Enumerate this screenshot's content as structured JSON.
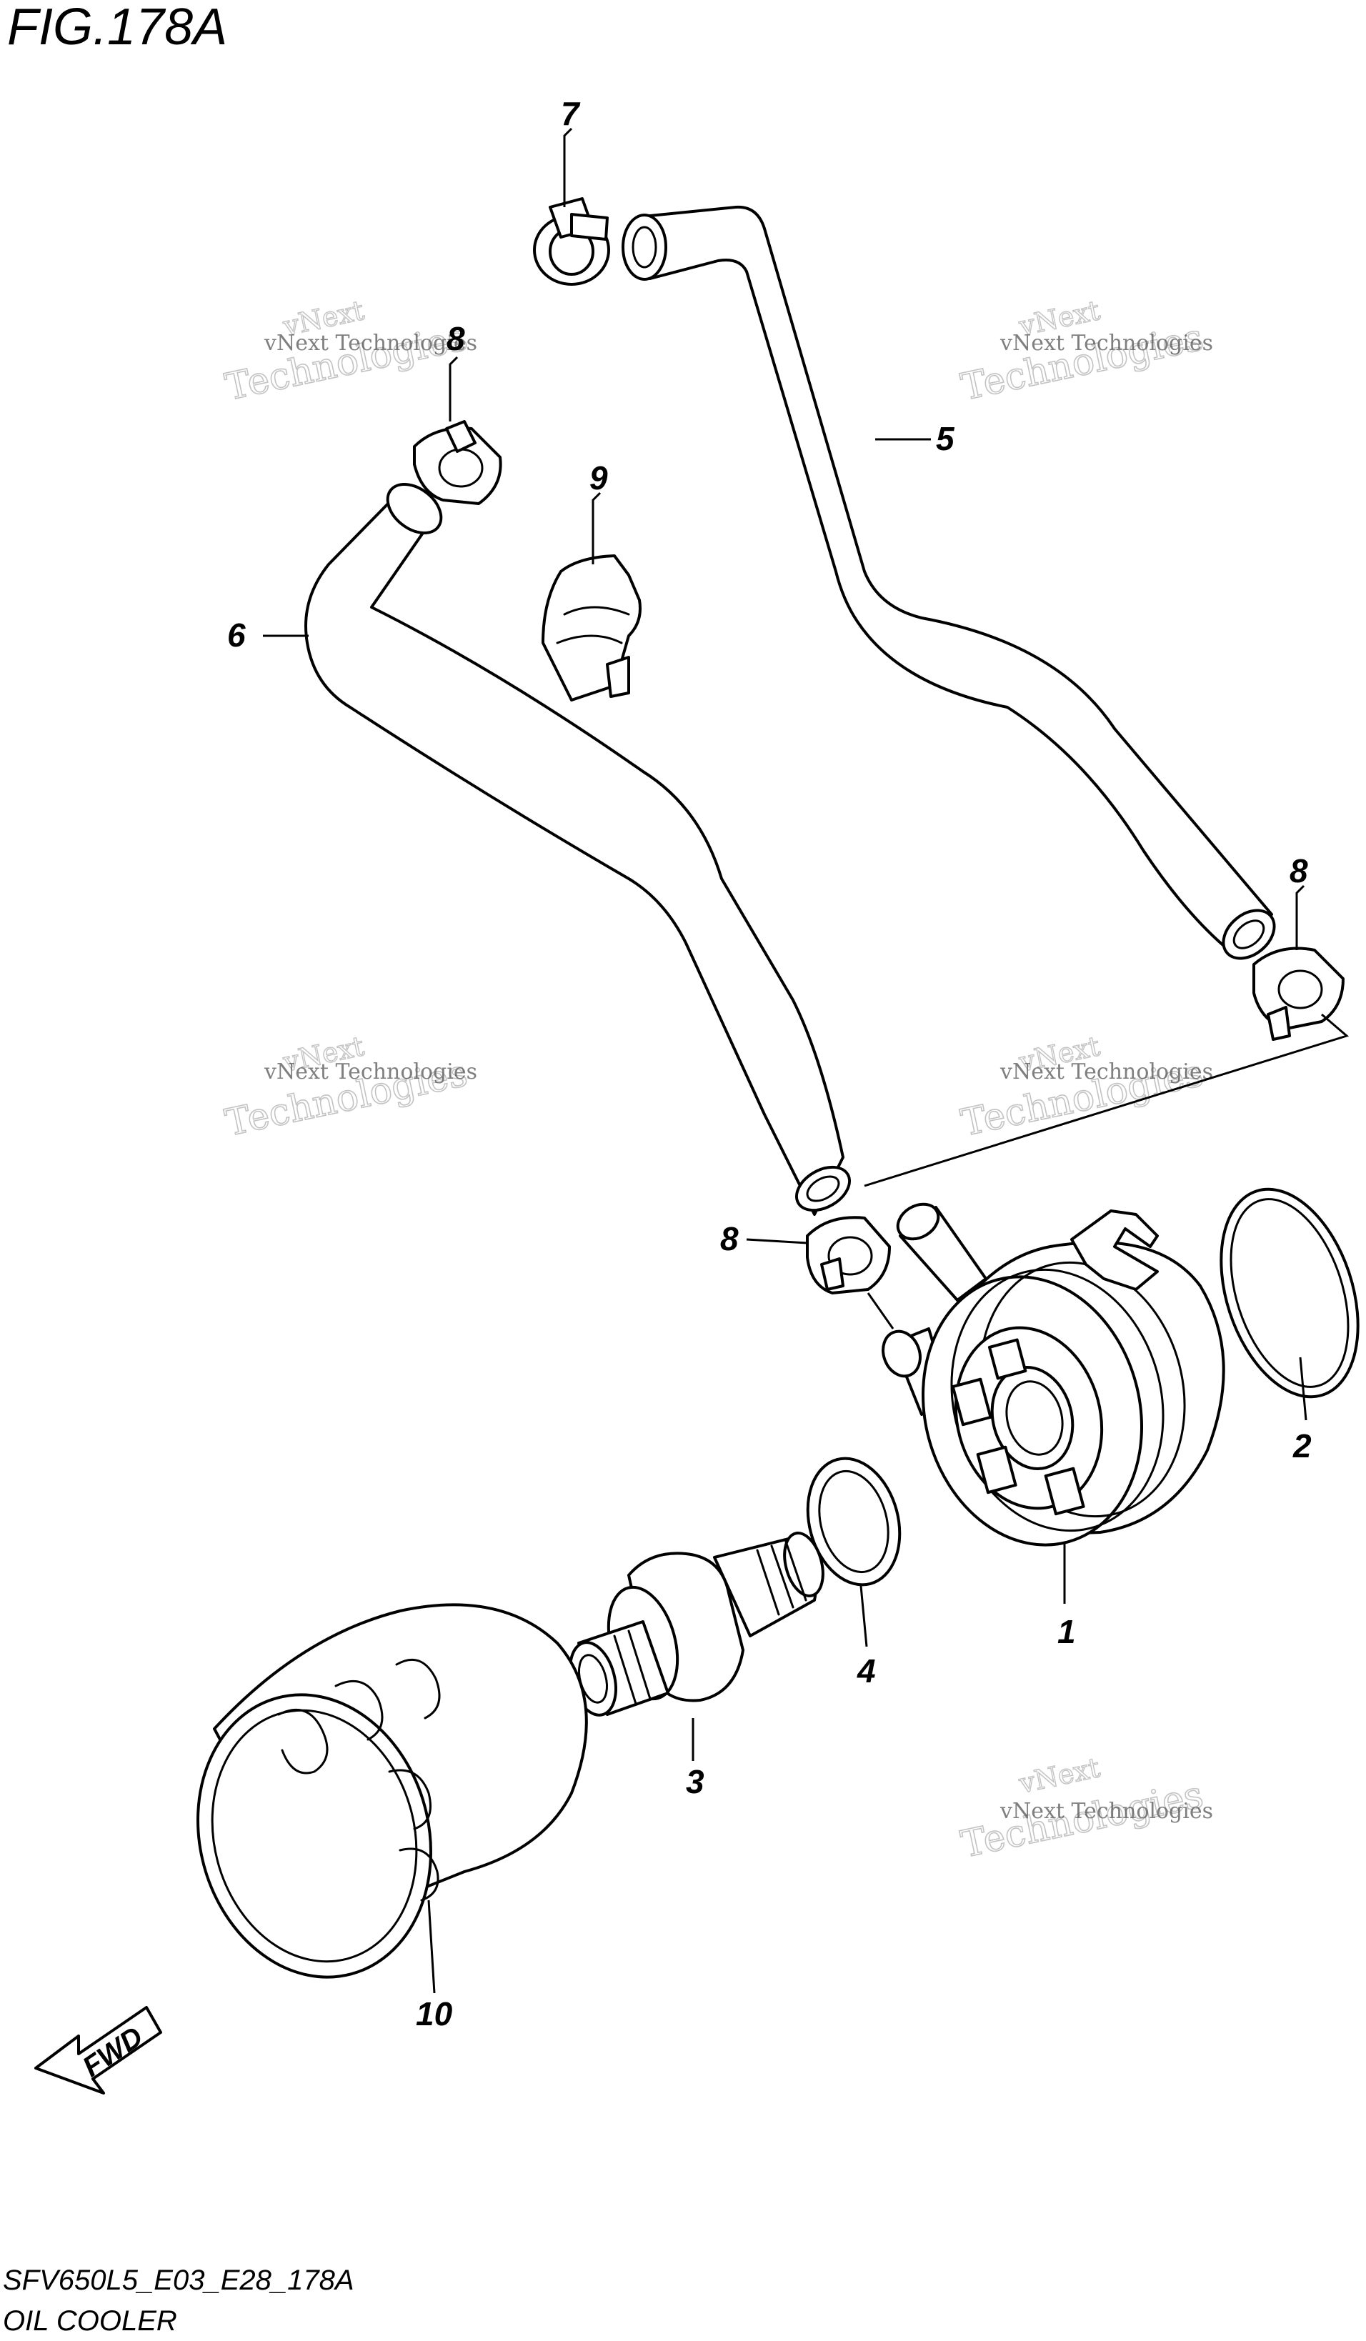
{
  "figure": {
    "title": "FIG.178A",
    "model_code": "SFV650L5_E03_E28_178A",
    "name": "OIL COOLER"
  },
  "watermark": {
    "line1": "vNext Technologies",
    "line2": "Technologies",
    "line3": "vNext"
  },
  "direction_label": "FWD",
  "callouts": {
    "c1": "1",
    "c2": "2",
    "c3": "3",
    "c4": "4",
    "c5": "5",
    "c6": "6",
    "c7": "7",
    "c8a": "8",
    "c8b": "8",
    "c8c": "8",
    "c9": "9",
    "c10": "10"
  }
}
